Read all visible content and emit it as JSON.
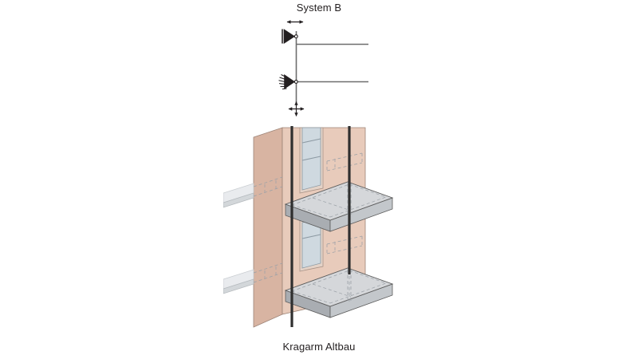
{
  "figure": {
    "title": "System B",
    "caption": "Kragarm Altbau",
    "background_color": "#ffffff",
    "text_color": "#231f20"
  },
  "schematic": {
    "name": "structural-system-diagram",
    "description": "Cantilever structural system with two horizontal beams on a vertical column",
    "column_line_color": "#6d6d6d",
    "beam_line_color": "#6d6d6d",
    "supports": [
      {
        "id": "upper-support",
        "type": "roller-support",
        "symbol": "hollow-triangle-with-backing-line",
        "hinge_marker": "open-circle",
        "freedom_indicator": "horizontal-double-arrow",
        "freedom_label": "horizontal translation free",
        "fill": "#231f20"
      },
      {
        "id": "lower-support",
        "type": "pinned-hatched-support",
        "symbol": "filled-triangle-with-hatching",
        "hinge_marker": "open-circle",
        "freedom_indicator": "four-way-cross-arrow",
        "freedom_label": "horizontal and vertical translation",
        "fill": "#231f20"
      }
    ],
    "beams": [
      {
        "id": "upper-beam",
        "label": "cantilever arm upper"
      },
      {
        "id": "lower-beam",
        "label": "cantilever arm lower"
      }
    ]
  },
  "isometric": {
    "name": "balcony-cantilever-isometric",
    "description": "Isometric view of masonry wall with two cantilevered balcony slabs and vertical tension rods",
    "colors": {
      "wall_front": "#e8cbbb",
      "wall_side": "#d8b4a2",
      "wall_edge": "#9c8376",
      "slab_top": "#d5d7da",
      "slab_edge": "#a9adb2",
      "slab_front": "#c3c7cb",
      "interior_slab_top": "#e9ebee",
      "interior_slab_edge": "#c8ccd0",
      "rod": "#2f2f2f",
      "window_glass": "#cfd9e0",
      "window_frame": "#e4d3c8",
      "hidden_line": "#9aa0a6",
      "outline": "#5b5b5b"
    },
    "elements": [
      {
        "id": "masonry-wall",
        "label": "Altbau masonry wall"
      },
      {
        "id": "window",
        "label": "window opening with mullions"
      },
      {
        "id": "balcony-slab-upper",
        "label": "upper cantilever balcony slab"
      },
      {
        "id": "balcony-slab-lower",
        "label": "lower cantilever balcony slab"
      },
      {
        "id": "tension-rod-inner",
        "label": "inner vertical tension rod"
      },
      {
        "id": "tension-rod-outer",
        "label": "outer vertical tension rod"
      },
      {
        "id": "interior-floor-upper",
        "label": "upper interior floor slab"
      },
      {
        "id": "interior-floor-lower",
        "label": "lower interior floor slab"
      },
      {
        "id": "hidden-anchorage",
        "label": "hidden anchorage dashed lines"
      }
    ]
  }
}
